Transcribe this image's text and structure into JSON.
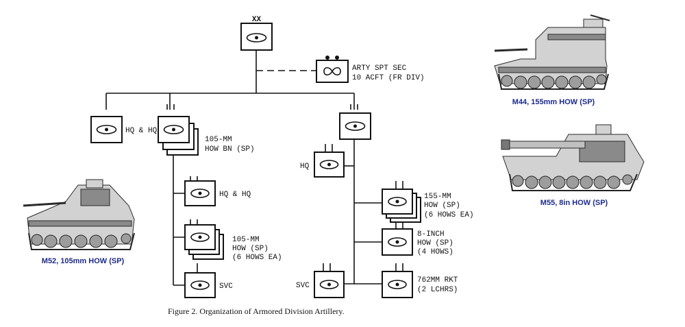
{
  "division": {
    "echelon_mark": "XX"
  },
  "arty_spt": {
    "line1": "ARTY SPT SEC",
    "line2": "10 ACFT (FR DIV)"
  },
  "hq_hq_top": {
    "label": "HQ & HQ"
  },
  "how_bn_105": {
    "line1": "105-MM",
    "line2": "HOW BN (SP)"
  },
  "bn_hq_hq": {
    "label": "HQ & HQ"
  },
  "battery_105": {
    "line1": "105-MM",
    "line2": "HOW (SP)",
    "line3": "(6 HOWS EA)"
  },
  "svc_left": {
    "label": "SVC"
  },
  "hq_right": {
    "label": "HQ"
  },
  "battery_155": {
    "line1": "155-MM",
    "line2": "HOW (SP)",
    "line3": "(6 HOWS EA)"
  },
  "battery_8in": {
    "line1": "8-INCH",
    "line2": "HOW (SP)",
    "line3": "(4 HOWS)"
  },
  "svc_right": {
    "label": "SVC"
  },
  "rkt_762": {
    "line1": "762MM RKT",
    "line2": "(2 LCHRS)"
  },
  "figure_caption": "Figure 2.   Organization of Armored Division Artillery.",
  "vehicles": {
    "m44": "M44, 155mm HOW (SP)",
    "m55": "M55, 8in HOW (SP)",
    "m52": "M52, 105mm HOW (SP)"
  }
}
